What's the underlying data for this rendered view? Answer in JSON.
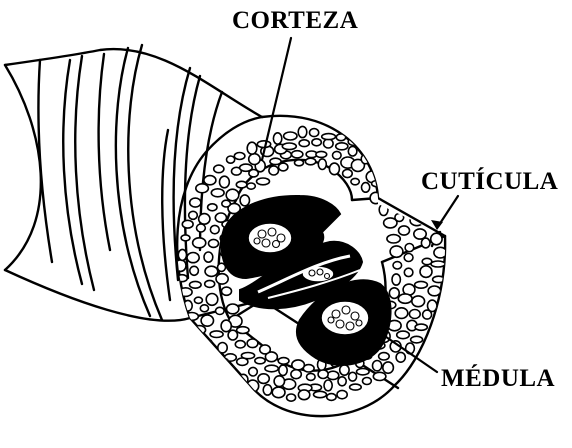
{
  "figure": {
    "labels": {
      "cortex": "CORTEZA",
      "cuticle": "CUTÍCULA",
      "medulla": "MÉDULA"
    },
    "colors": {
      "ink": "#000000",
      "paper": "#ffffff"
    }
  }
}
